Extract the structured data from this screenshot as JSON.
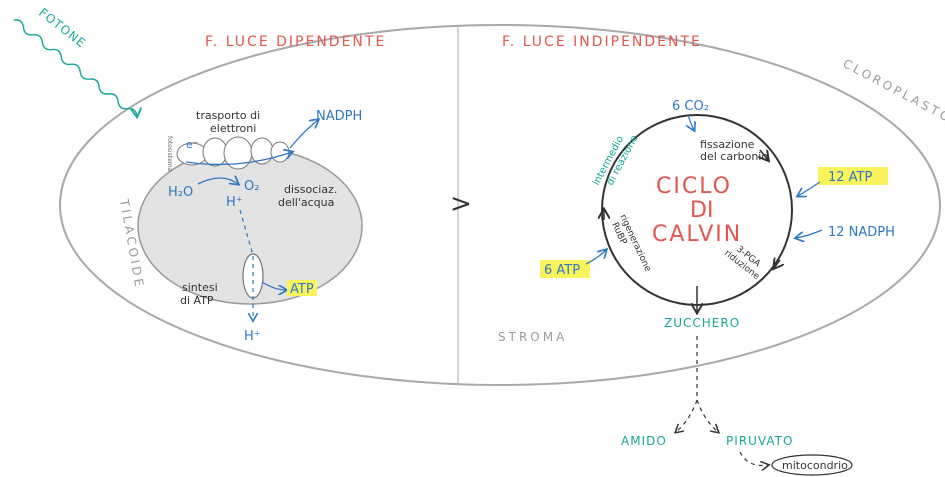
{
  "title_left": "F. LUCE DIPENDENTE",
  "title_right": "F. LUCE INDIPENDENTE",
  "cloroplasto": "CLOROPLASTO",
  "fotone": "FOTONE",
  "tilacoide": "TILACOIDE",
  "stroma": "STROMA",
  "fotosistema": "fotosistema",
  "trasporto": [
    "trasporto di",
    "elettroni"
  ],
  "e_minus": "e⁻",
  "nadph_left": "NADPH",
  "h2o": "H₂O",
  "o2": "O₂",
  "h_plus_top": "H⁺",
  "dissociaz": [
    "dissociaz.",
    "dell'acqua"
  ],
  "sintesi": [
    "sintesi",
    "di ATP"
  ],
  "atp_left": "ATP",
  "h_plus_bottom": "H⁺",
  "arrow_symbol": ">",
  "co2": "6 CO₂",
  "fissazione": [
    "fissazione",
    "del carbonio"
  ],
  "ciclo": [
    "CICLO",
    "DI",
    "CALVIN"
  ],
  "atp12": "12 ATP",
  "nadph12": "12 NADPH",
  "riduzione": [
    "riduzione",
    "3-PGA"
  ],
  "rigenerazione": [
    "rigenerazione",
    "RuBP"
  ],
  "intermedio": [
    "intermedio",
    "di reazione"
  ],
  "atp6": "6 ATP",
  "zucchero": "ZUCCHERO",
  "amido": "AMIDO",
  "piruvato": "PIRUVATO",
  "mitocondrio": "mitocondrio",
  "colors": {
    "red": "#e0574f",
    "blue": "#2f78c4",
    "teal": "#17a79a",
    "highlight": "#fbf35c",
    "thylakoid": "#e3e3e3"
  }
}
